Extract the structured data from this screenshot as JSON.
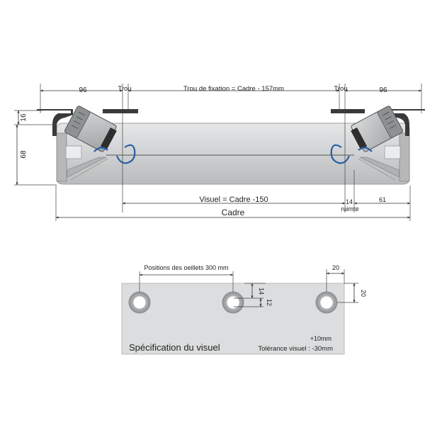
{
  "profile": {
    "dim_left_96": "96",
    "dim_right_96": "96",
    "trou_left": "Trou",
    "trou_right": "Trou",
    "trou_fixation": "Trou de fixation =  Cadre  - 157mm",
    "dim_16": "16",
    "dim_68": "68",
    "visuel_dim": "Visuel = Cadre  -150",
    "dim_14": "14",
    "ruimte": "ruimte",
    "dim_61": "61",
    "cadre": "Cadre"
  },
  "spec": {
    "positions": "Positions des oeillets 300 mm",
    "dim_14": "14",
    "dim_12": "12",
    "dim_20_top": "20",
    "dim_20_side": "20",
    "title": "Spécification du visuel",
    "tol_plus": "+10mm",
    "tol_label": "Tolérance visuel : -30mm"
  },
  "colors": {
    "frame": "#c9cbcc",
    "frame_dark": "#8d9092",
    "bracket": "#3a3a3a",
    "hook": "#2a5ea8",
    "panel": "#d9dadb",
    "grommet": "#a7a9ab"
  }
}
